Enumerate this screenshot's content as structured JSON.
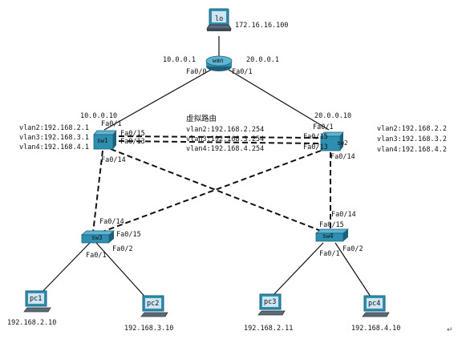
{
  "devices": {
    "lo": {
      "name": "lo",
      "ip": "172.16.16.100"
    },
    "wan": {
      "name": "wan",
      "ip_left": "10.0.0.1",
      "ip_right": "20.0.0.1",
      "port_left": "Fa0/0",
      "port_right": "Fa0/1"
    },
    "sw1": {
      "name": "sw1",
      "ip": "10.0.0.10",
      "port_up": "Fa0/1",
      "port_15": "Fa0/15",
      "port_13": "Fa0/13",
      "port_14": "Fa0/14",
      "vlans": [
        "vlan2:192.168.2.1",
        "vlan3:192.168.3.1",
        "vlan4:192.168.4.1"
      ]
    },
    "sw2": {
      "name": "sw2",
      "ip": "20.0.0.10",
      "port_up": "Fa0/1",
      "port_15": "Fa0/15",
      "port_13": "Fa0/13",
      "port_14": "Fa0/14",
      "vlans": [
        "vlan2:192.168.2.2",
        "vlan3:192.168.3.2",
        "vlan4:192.168.4.2"
      ]
    },
    "sw3": {
      "name": "sw3",
      "port_14": "Fa0/14",
      "port_15": "Fa0/15",
      "port_1": "Fa0/1",
      "port_2": "Fa0/2"
    },
    "sw4": {
      "name": "sw4",
      "port_14": "Fa0/14",
      "port_15": "Fa0/15",
      "port_1": "Fa0/1",
      "port_2": "Fa0/2"
    },
    "pc1": {
      "name": "pc1",
      "ip": "192.168.2.10"
    },
    "pc2": {
      "name": "pc2",
      "ip": "192.168.3.10"
    },
    "pc3": {
      "name": "pc3",
      "ip": "192.168.2.11"
    },
    "pc4": {
      "name": "pc4",
      "ip": "192.168.4.10"
    }
  },
  "virtual_router": {
    "title": "虚拟路由",
    "vlans": [
      "vlan2:192.168.2.254",
      "vlan3:192.168.3.254",
      "vlan4:192.168.4.254"
    ]
  },
  "colors": {
    "solid_link": "#111111",
    "dashed_link": "#111111",
    "device_body": "#2f8fb0",
    "device_dark": "#1d5f78",
    "screen": "#cfe6f2"
  }
}
